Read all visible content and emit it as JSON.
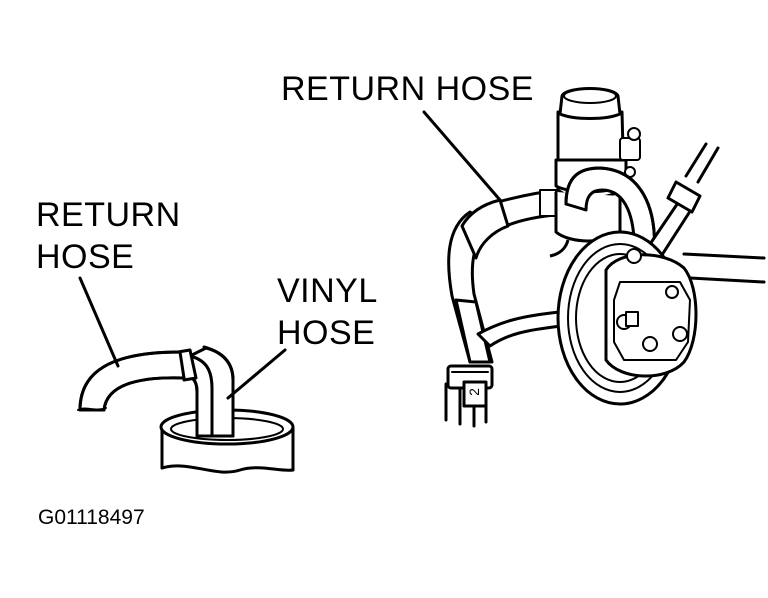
{
  "labels": {
    "return_hose_top": "RETURN HOSE",
    "return_hose_left_line1": "RETURN",
    "return_hose_left_line2": "HOSE",
    "vinyl_hose_line1": "VINYL",
    "vinyl_hose_line2": "HOSE"
  },
  "figure_code": "G01118497",
  "clip_marking": "2"
}
